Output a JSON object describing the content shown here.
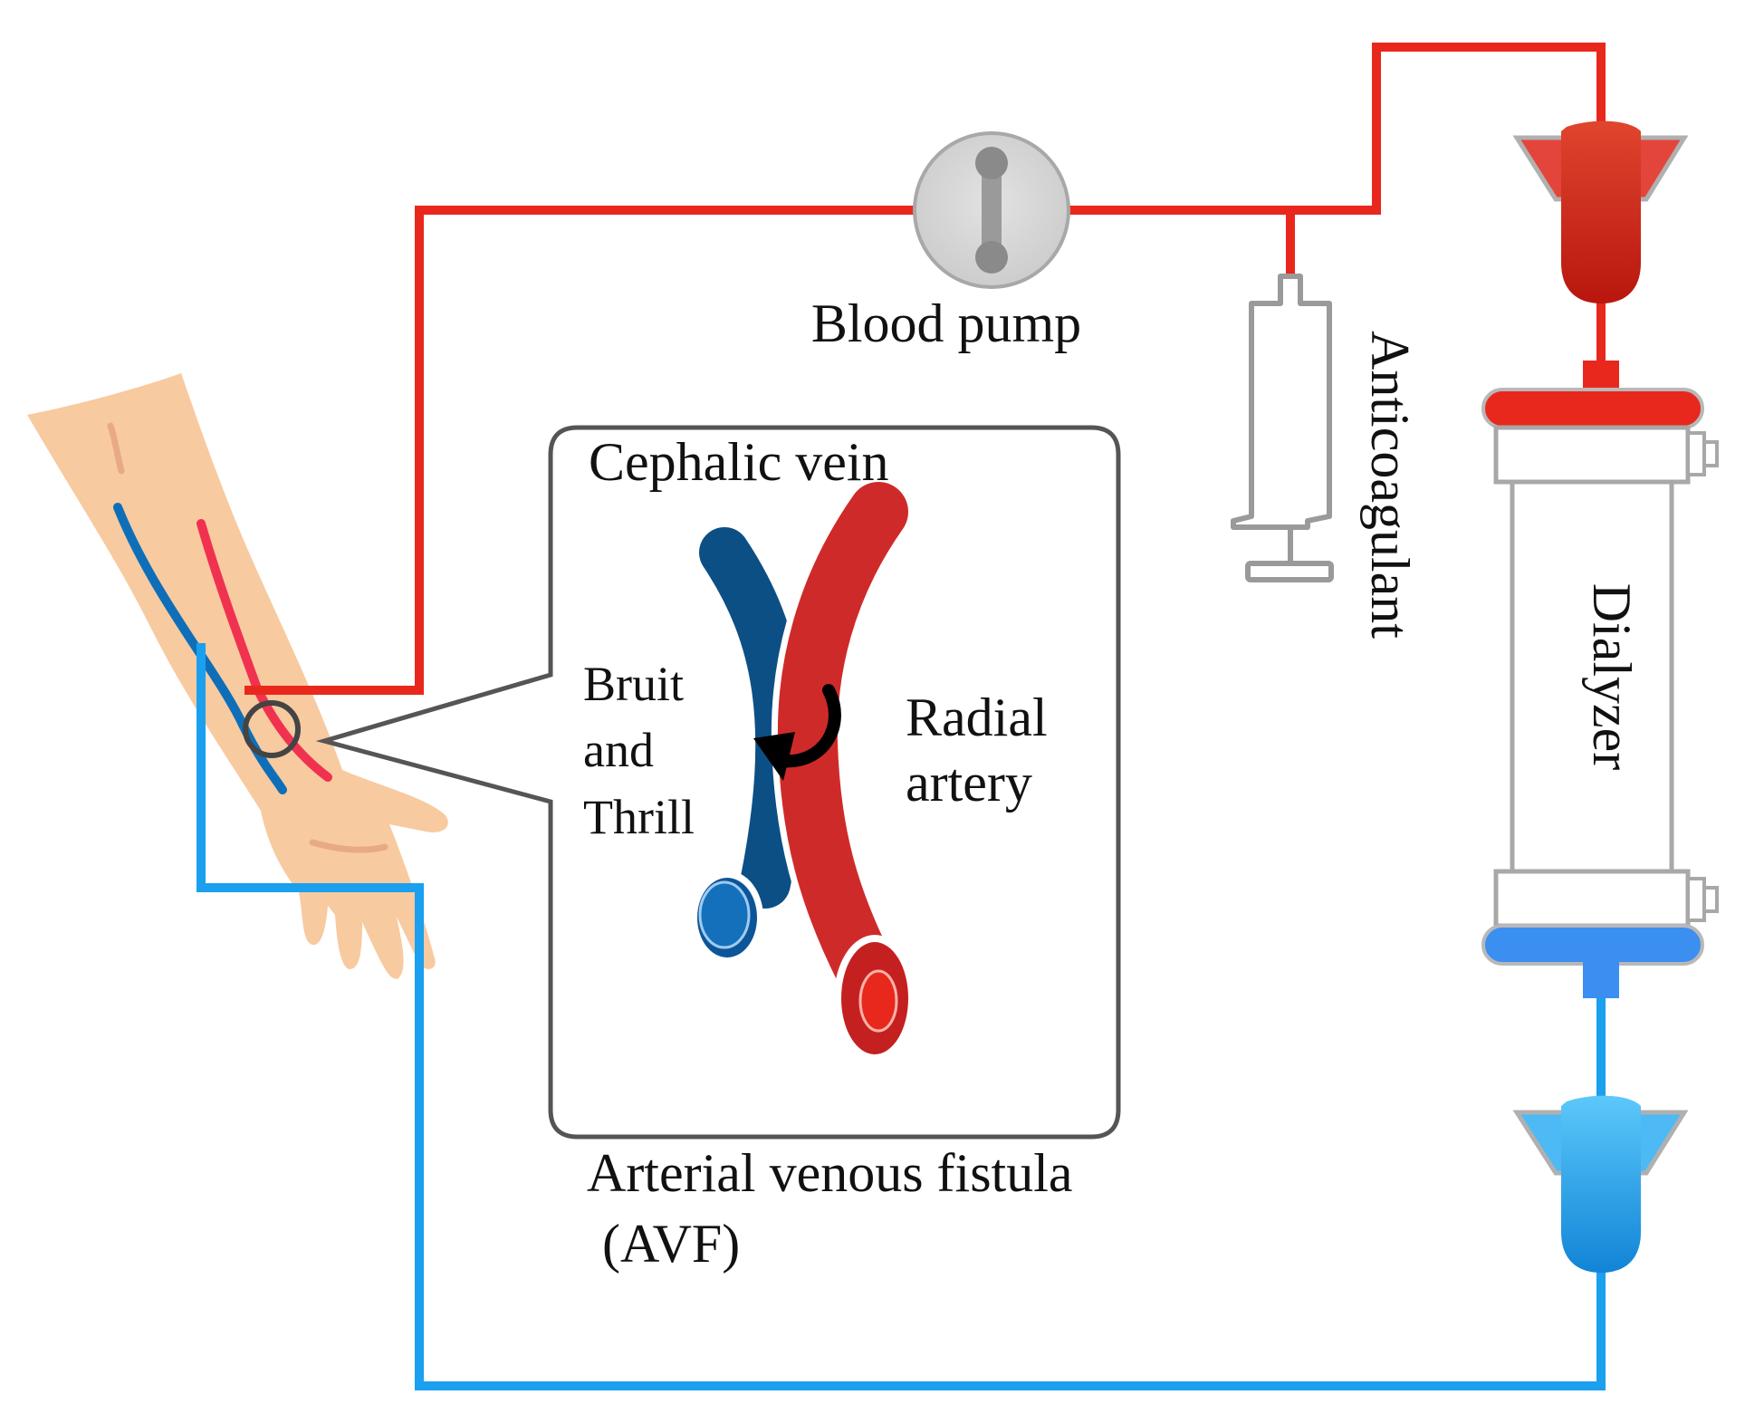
{
  "labels": {
    "blood_pump": "Blood pump",
    "anticoagulant": "Anticoagulant",
    "dialyzer": "Dialyzer",
    "cephalic_vein": "Cephalic vein",
    "radial_artery_line1": "Radial",
    "radial_artery_line2": "artery",
    "bruit_line1": "Bruit",
    "bruit_line2": "and",
    "bruit_line3": "Thrill",
    "avf_line1": "Arterial venous fistula",
    "avf_line2": "(AVF)"
  },
  "colors": {
    "arterial_line": "#e8281c",
    "venous_line": "#1aa0ee",
    "artery_vessel": "#cf2a2a",
    "vein_vessel": "#0c4f85",
    "skin": "#f8caa0",
    "device_gray": "#a8a8a8"
  },
  "icons": {
    "pump": "roller-pump-icon",
    "syringe": "syringe-icon",
    "chamber": "drip-chamber-icon",
    "dialyzer": "dialyzer-cartridge-icon",
    "arm": "forearm-icon",
    "flow_arrow": "curved-arrow-icon"
  }
}
